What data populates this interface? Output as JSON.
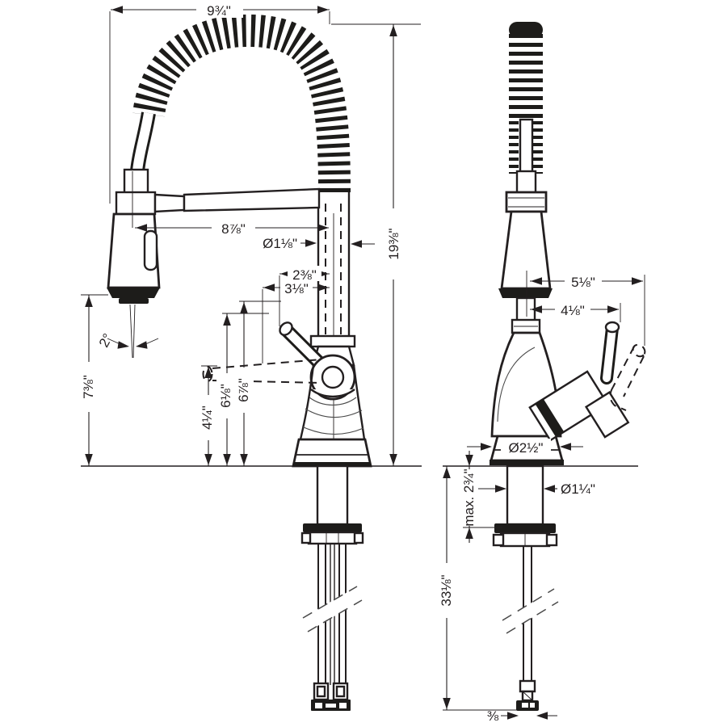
{
  "drawing": {
    "front_view": {
      "dims": {
        "top_width": "9¾\"",
        "reach": "8⅞\"",
        "spout_diameter": "Ø1⅛\"",
        "handle_to_center": "2⅜\"",
        "handle_reach": "3⅛\"",
        "total_height": "19⅜\"",
        "spray_to_counter": "7⅜\"",
        "spray_angle": "2°",
        "pivot_height": "4¼\"",
        "outlet_height": "6⅛\"",
        "lever_height": "6⅞\""
      }
    },
    "side_view": {
      "dims": {
        "depth_overall": "5⅛\"",
        "depth_lever": "4⅛\"",
        "base_diameter": "Ø2½\"",
        "shank_diameter": "Ø1¼\"",
        "max_counter_thickness": "max. 2¾\"",
        "supply_length": "33⅛\"",
        "supply_connector": "⅜"
      }
    },
    "colors": {
      "line": "#231f20",
      "background": "#ffffff"
    }
  }
}
